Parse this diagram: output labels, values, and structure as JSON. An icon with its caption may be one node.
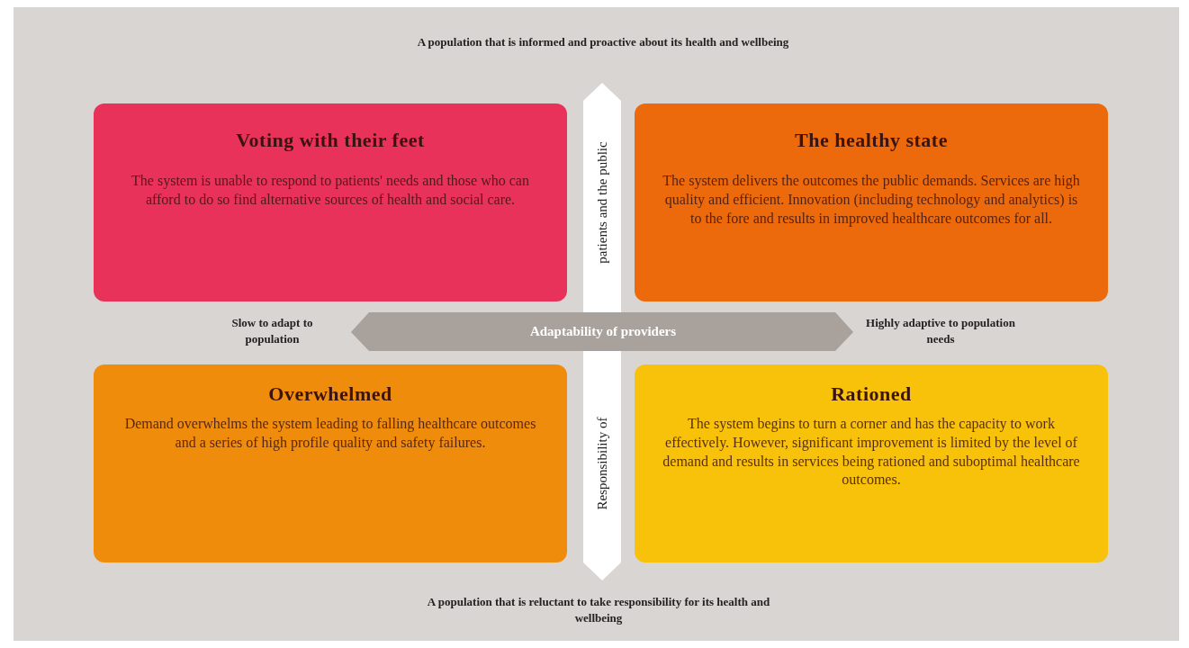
{
  "diagram": {
    "nodes": [
      {
        "text": [
          "Voting with their feet",
          "The system is unable to respond to patients' needs and those who can afford to do so find alternative sources of health and social care."
        ]
      },
      {
        "text": [
          "The healthy state",
          "The system delivers the outcomes the public demands. Services are high quality and efficient. Innovation (including technology and analytics) is to the fore and results in improved healthcare outcomes for all."
        ]
      },
      {
        "text": [
          "Overwhelmed",
          "Demand overwhelms the system leading to falling healthcare outcomes and a series of high profile quality and safety failures."
        ]
      },
      {
        "text": [
          "Rationed",
          "The system begins to turn a corner and has the capacity to work effectively. However, significant improvement is limited by the level of demand and results in services being rationed and suboptimal healthcare outcomes."
        ]
      }
    ],
    "labels": [
      "A population that is informed and proactive about its health and wellbeing",
      "patients and the public",
      "Slow to adapt to population",
      "Adaptability of providers",
      "Highly adaptive to population needs",
      "Responsibility of",
      "A population that is reluctant to take responsibility for its health and wellbeing"
    ]
  }
}
